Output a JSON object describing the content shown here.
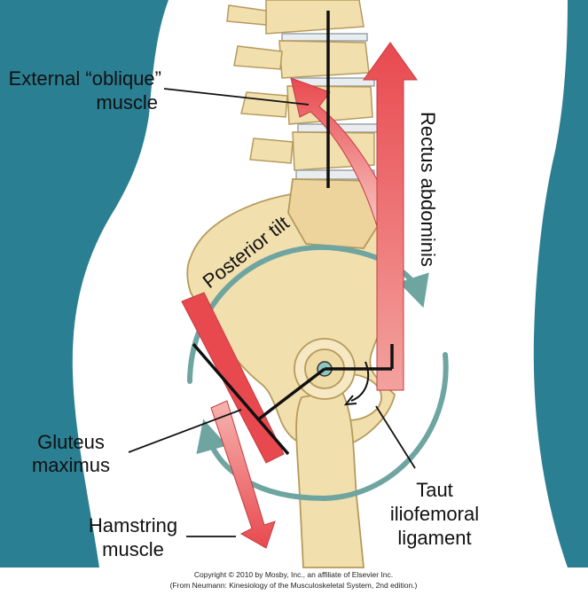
{
  "labels": {
    "external_oblique": [
      "External “oblique”",
      "muscle"
    ],
    "rectus_abdominis": "Rectus abdominis",
    "posterior_tilt": "Posterior tilt",
    "gluteus_maximus": [
      "Gluteus",
      "maximus"
    ],
    "hamstring": [
      "Hamstring",
      "muscle"
    ],
    "iliofemoral": [
      "Taut",
      "iliofemoral",
      "ligament"
    ]
  },
  "credits": [
    "Copyright © 2010 by Mosby, Inc., an affiliate of Elsevier Inc.",
    "(From Neumann: Kinesiology of the Musculoskeletal System, 2nd edition.)"
  ],
  "colors": {
    "background_teal": "#2b7f93",
    "body_skin": "#ffffff",
    "bone": "#f2dfae",
    "bone_outline": "#b69a5c",
    "muscle_red": "#e8494f",
    "muscle_light": "#f6b4b0",
    "tilt_arrow": "#6ea5a1",
    "lever_line": "#111111"
  },
  "icons": [
    "vertebra-icon",
    "arrow-icon",
    "curved-arrow-icon"
  ]
}
